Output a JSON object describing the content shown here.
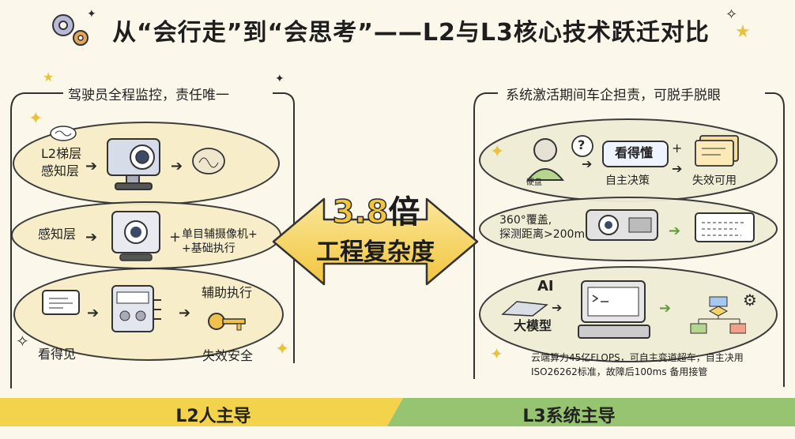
{
  "title": "从“会行走”到“会思考”——L2与L3核心技术跃迁对比",
  "left": {
    "heading": "驾驶员全程监控，责任唯一",
    "lanes": [
      {
        "label": "L2梯层\n感知层",
        "icon": "camera-icon",
        "result_icon": "scribble-icon"
      },
      {
        "label": "感知层",
        "icon": "monitor-camera-icon",
        "detail": "单目辅摄像机+\n+基础执行"
      },
      {
        "label": "看得见",
        "icon": "document-icon",
        "step_icon": "control-unit-icon",
        "result_label": "辅助执行",
        "result_label2": "失效安全",
        "result_icon": "key-icon"
      }
    ]
  },
  "center": {
    "multiplier_num": "3.8",
    "multiplier_unit": "倍",
    "label": "工程复杂度"
  },
  "right": {
    "heading": "系统激活期间车企担责，可脱手脱眼",
    "lanes": [
      {
        "avatar_caption": "硬盘",
        "bubble": "?",
        "tag": "看得懂",
        "caption1": "自主决策",
        "caption2": "失效可用",
        "icon": "stack-icon"
      },
      {
        "label": "360°覆盖,\n探测距离>200m",
        "icon": "lidar-icon",
        "result_icon": "panel-icon"
      },
      {
        "title": "AI",
        "label": "大模型",
        "icon": "computer-icon",
        "result_icon": "flowchart-icon",
        "note1": "云端算力45亿FLOPS，可自主变道超车，自主决用",
        "note2": "ISO26262标准，故障后100ms 备用接管"
      }
    ]
  },
  "bottom": {
    "left_label": "L2人主导",
    "right_label": "L3系统主导"
  },
  "colors": {
    "yellow": "#f4d34c",
    "green": "#8fbf6a",
    "background": "#fbf7ea"
  }
}
